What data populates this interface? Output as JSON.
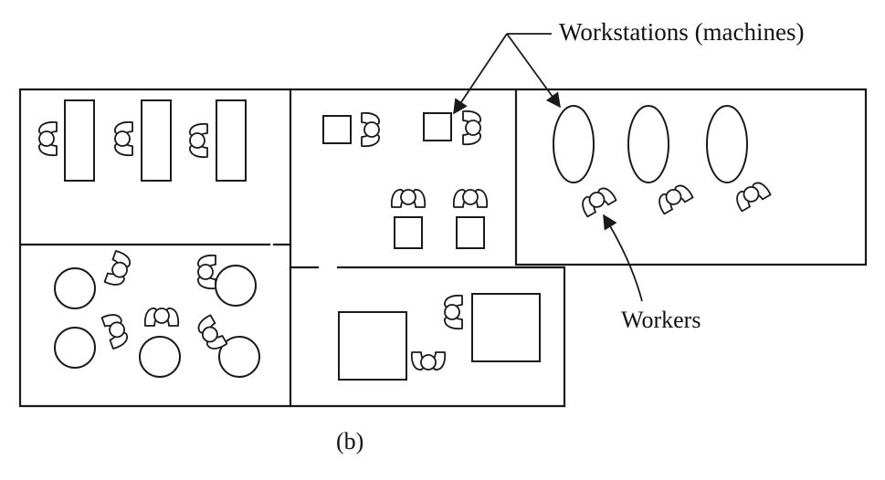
{
  "figure": {
    "labels": {
      "workstations": "Workstations (machines)",
      "workers": "Workers",
      "caption": "(b)"
    }
  }
}
